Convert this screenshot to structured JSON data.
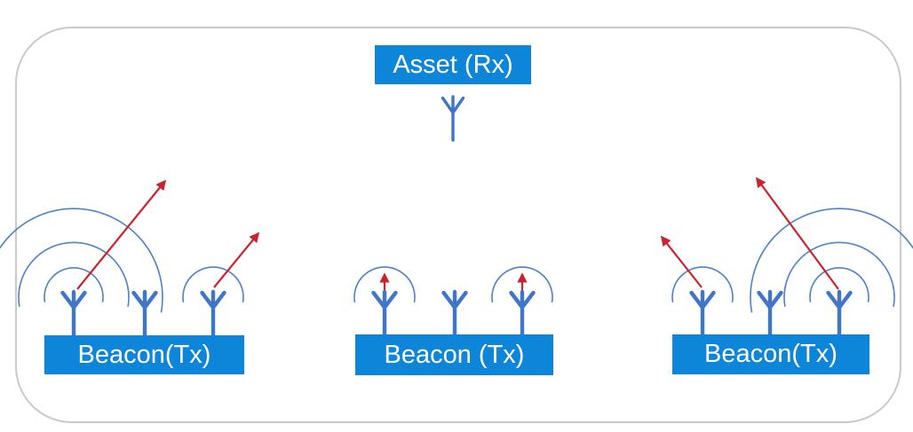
{
  "asset": {
    "label": "Asset (Rx)"
  },
  "beacons": [
    {
      "label": "Beacon(Tx)"
    },
    {
      "label": "Beacon (Tx)"
    },
    {
      "label": "Beacon(Tx)"
    }
  ],
  "icons": {
    "antenna": "trident-antenna",
    "signal_arc": "radio-wave-arc",
    "arrow": "signal-direction-arrow"
  },
  "colors": {
    "label_box_fill": "#0D85D8",
    "label_text": "#FFFFFF",
    "antenna_stroke": "#3F76C8",
    "signal_arc_stroke": "#4E82C6",
    "arrow_red": "#C9242E",
    "frame_border": "#C9C9C9"
  }
}
